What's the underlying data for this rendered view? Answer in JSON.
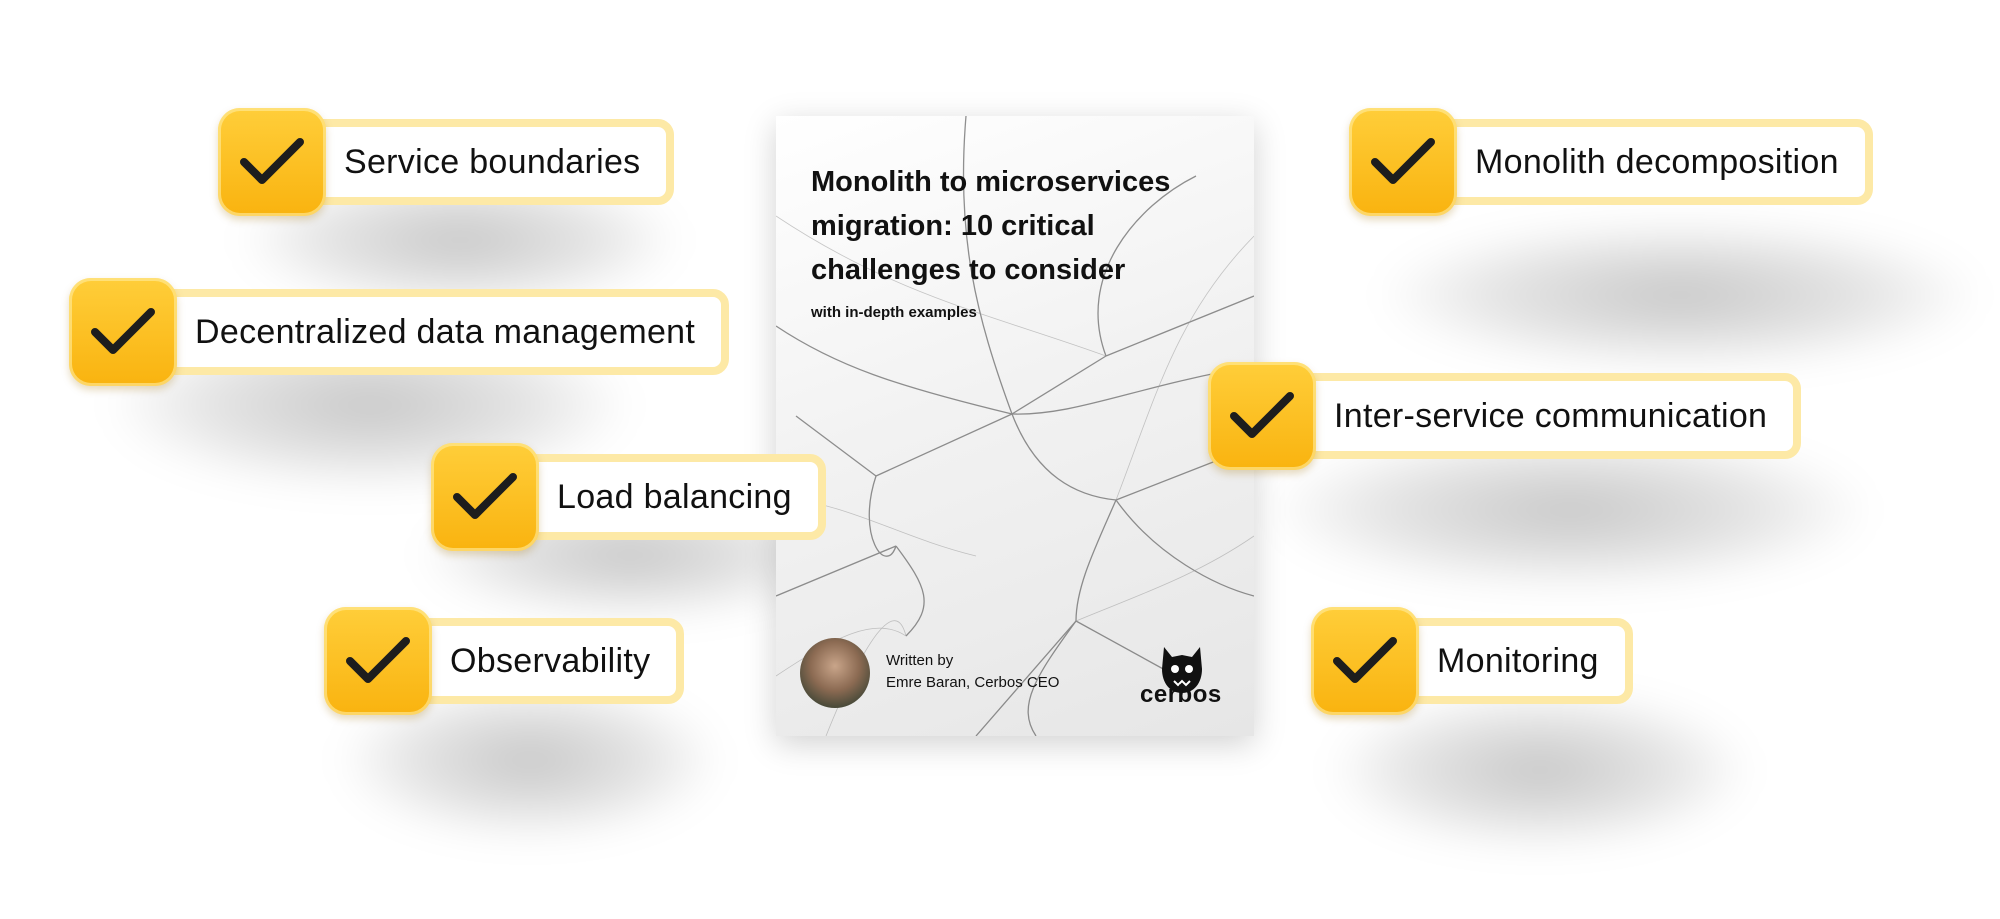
{
  "items_left": [
    {
      "label": "Service boundaries"
    },
    {
      "label": "Decentralized data management"
    },
    {
      "label": "Load balancing"
    },
    {
      "label": "Observability"
    }
  ],
  "items_right": [
    {
      "label": "Monolith decomposition"
    },
    {
      "label": "Inter-service communication"
    },
    {
      "label": "Monitoring"
    }
  ],
  "cover": {
    "title": "Monolith to microservices migration: 10 critical challenges to consider",
    "subtitle": "with in-depth examples",
    "written_by": "Written by",
    "author": "Emre Baran, Cerbos CEO",
    "logo_text": "cerbos"
  },
  "colors": {
    "check_fill": "#f9b30f",
    "pill_border": "#fde9a6",
    "text": "#111111"
  },
  "icons": {
    "check": "checkmark-icon",
    "logo": "cerbos-monster-icon"
  }
}
